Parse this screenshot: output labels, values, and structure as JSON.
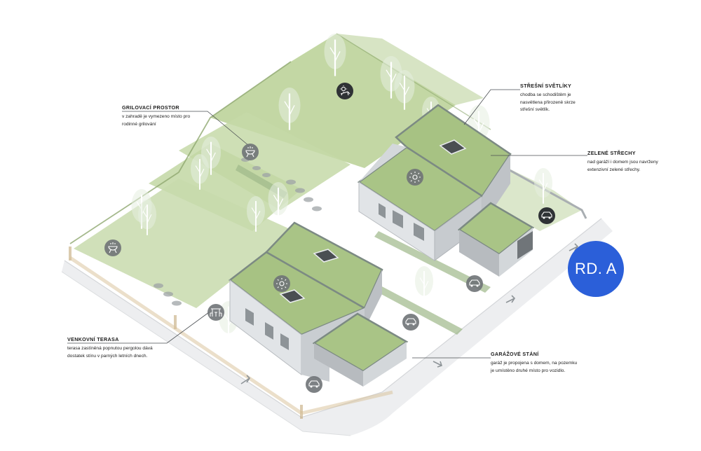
{
  "badge": {
    "label": "RD. A",
    "color": "#2b5fd9"
  },
  "annotations": {
    "grill": {
      "title": "GRILOVACÍ PROSTOR",
      "text": "v zahradě je vymezeno místo pro rodinné grilování"
    },
    "skylights": {
      "title": "STŘEŠNÍ SVĚTLÍKY",
      "text": "chodba se schodištěm je nasvětlena přirozeně skrze střešní světlík."
    },
    "green_roofs": {
      "title": "ZELENÉ STŘECHY",
      "text": "nad garáží i domem jsou navrženy extenzivní zelené střechy."
    },
    "terrace": {
      "title": "VENKOVNÍ TERASA",
      "text": "terasa zastíněná popnutou pergolou dává dostatek stínu v parných letních dnech."
    },
    "garage": {
      "title": "GARÁŽOVÉ STÁNÍ",
      "text": "garáž je propojena s domem, na pozemku je umístěno druhé místo pro vozidlo."
    }
  },
  "icons": [
    "sun-lounger-icon",
    "grill-icon",
    "grill-icon",
    "sun-icon",
    "sun-icon",
    "car-icon",
    "car-icon",
    "car-icon",
    "car-icon",
    "pergola-icon"
  ],
  "colors": {
    "lawn": "#b3ce8f",
    "roof": "#a9c486",
    "wall": "#dcdfe2",
    "marker": "#3b3d40"
  }
}
